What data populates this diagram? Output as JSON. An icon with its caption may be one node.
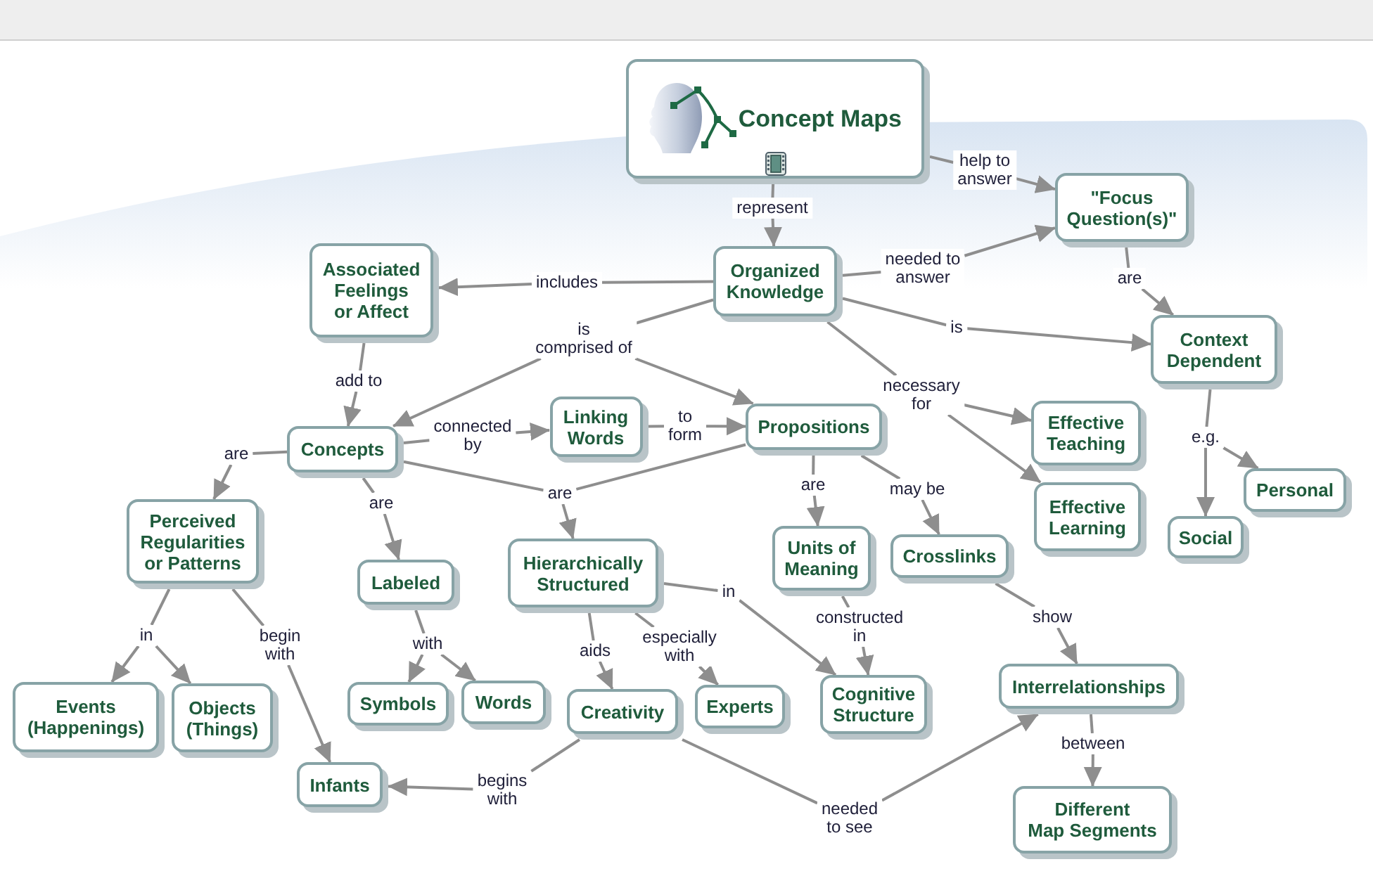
{
  "diagram": {
    "nodes": [
      {
        "text": [
          "Concept Maps"
        ]
      },
      {
        "text": [
          "help to answer"
        ]
      },
      {
        "text": [
          "\"Focus Question(s)\""
        ]
      },
      {
        "text": [
          "represent"
        ]
      },
      {
        "text": [
          "needed to answer"
        ]
      },
      {
        "text": [
          "are"
        ]
      },
      {
        "text": [
          "includes"
        ]
      },
      {
        "text": [
          "Associated Feelings or Affect"
        ]
      },
      {
        "text": [
          "Organized Knowledge"
        ]
      },
      {
        "text": [
          "is"
        ]
      },
      {
        "text": [
          "is comprised of"
        ]
      },
      {
        "text": [
          "Context Dependent"
        ]
      },
      {
        "text": [
          "add to"
        ]
      },
      {
        "text": [
          "necessary for"
        ]
      },
      {
        "text": [
          "Linking Words"
        ]
      },
      {
        "text": [
          "to form"
        ]
      },
      {
        "text": [
          "Propositions"
        ]
      },
      {
        "text": [
          "Effective Teaching"
        ]
      },
      {
        "text": [
          "connected by"
        ]
      },
      {
        "text": [
          "e.g."
        ]
      },
      {
        "text": [
          "Concepts"
        ]
      },
      {
        "text": [
          "are"
        ]
      },
      {
        "text": [
          "are"
        ]
      },
      {
        "text": [
          "may be"
        ]
      },
      {
        "text": [
          "Personal"
        ]
      },
      {
        "text": [
          "are"
        ]
      },
      {
        "text": [
          "are"
        ]
      },
      {
        "text": [
          "Effective Learning"
        ]
      },
      {
        "text": [
          "Social"
        ]
      },
      {
        "text": [
          "Perceived Regularities or Patterns"
        ]
      },
      {
        "text": [
          "Crosslinks"
        ]
      },
      {
        "text": [
          "Units of Meaning"
        ]
      },
      {
        "text": [
          "Hierarchically Structured"
        ]
      },
      {
        "text": [
          "Labeled"
        ]
      },
      {
        "text": [
          "in"
        ]
      },
      {
        "text": [
          "show"
        ]
      },
      {
        "text": [
          "constructed in"
        ]
      },
      {
        "text": [
          "in"
        ]
      },
      {
        "text": [
          "with"
        ]
      },
      {
        "text": [
          "begin with"
        ]
      },
      {
        "text": [
          "especially with"
        ]
      },
      {
        "text": [
          "aids"
        ]
      },
      {
        "text": [
          "Interrelationships"
        ]
      },
      {
        "text": [
          "Symbols"
        ]
      },
      {
        "text": [
          "Words"
        ]
      },
      {
        "text": [
          "Experts"
        ]
      },
      {
        "text": [
          "Cognitive Structure"
        ]
      },
      {
        "text": [
          "Creativity"
        ]
      },
      {
        "text": [
          "Events (Happenings)"
        ]
      },
      {
        "text": [
          "Objects (Things)"
        ]
      },
      {
        "text": [
          "between"
        ]
      },
      {
        "text": [
          "Infants"
        ]
      },
      {
        "text": [
          "begins with"
        ]
      },
      {
        "text": [
          "needed to see"
        ]
      },
      {
        "text": [
          "Different Map Segments"
        ]
      }
    ],
    "edges": [
      {
        "from": 0,
        "to": 3,
        "arrow": "none"
      },
      {
        "from": 3,
        "to": 8,
        "arrow": "to"
      },
      {
        "from": 0,
        "to": 1,
        "arrow": "none"
      },
      {
        "from": 1,
        "to": 2,
        "arrow": "to"
      },
      {
        "from": 8,
        "to": 6,
        "arrow": "none"
      },
      {
        "from": 6,
        "to": 7,
        "arrow": "to"
      },
      {
        "from": 8,
        "to": 4,
        "arrow": "none"
      },
      {
        "from": 4,
        "to": 2,
        "arrow": "to"
      },
      {
        "from": 8,
        "to": 9,
        "arrow": "none"
      },
      {
        "from": 9,
        "to": 11,
        "arrow": "to"
      },
      {
        "from": 8,
        "to": 10,
        "arrow": "none"
      },
      {
        "from": 10,
        "to": 20,
        "arrow": "to"
      },
      {
        "from": 10,
        "to": 16,
        "arrow": "to"
      },
      {
        "from": 8,
        "to": 13,
        "arrow": "none"
      },
      {
        "from": 13,
        "to": 17,
        "arrow": "to"
      },
      {
        "from": 13,
        "to": 27,
        "arrow": "to"
      },
      {
        "from": 2,
        "to": 5,
        "arrow": "none"
      },
      {
        "from": 5,
        "to": 11,
        "arrow": "to"
      },
      {
        "from": 7,
        "to": 12,
        "arrow": "none"
      },
      {
        "from": 12,
        "to": 20,
        "arrow": "to"
      },
      {
        "from": 20,
        "to": 18,
        "arrow": "none"
      },
      {
        "from": 18,
        "to": 14,
        "arrow": "to"
      },
      {
        "from": 14,
        "to": 15,
        "arrow": "none"
      },
      {
        "from": 15,
        "to": 16,
        "arrow": "to"
      },
      {
        "from": 20,
        "to": 21,
        "arrow": "none"
      },
      {
        "from": 21,
        "to": 29,
        "arrow": "to"
      },
      {
        "from": 20,
        "to": 26,
        "arrow": "none"
      },
      {
        "from": 26,
        "to": 33,
        "arrow": "to"
      },
      {
        "from": 20,
        "to": 25,
        "arrow": "none"
      },
      {
        "from": 16,
        "to": 25,
        "arrow": "none"
      },
      {
        "from": 25,
        "to": 32,
        "arrow": "to"
      },
      {
        "from": 16,
        "to": 22,
        "arrow": "none"
      },
      {
        "from": 22,
        "to": 31,
        "arrow": "to"
      },
      {
        "from": 16,
        "to": 23,
        "arrow": "none"
      },
      {
        "from": 23,
        "to": 30,
        "arrow": "to"
      },
      {
        "from": 11,
        "to": 19,
        "arrow": "none"
      },
      {
        "from": 19,
        "to": 28,
        "arrow": "to"
      },
      {
        "from": 19,
        "to": 24,
        "arrow": "to"
      },
      {
        "from": 29,
        "to": 37,
        "arrow": "none"
      },
      {
        "from": 37,
        "to": 48,
        "arrow": "to"
      },
      {
        "from": 37,
        "to": 49,
        "arrow": "to"
      },
      {
        "from": 29,
        "to": 39,
        "arrow": "none"
      },
      {
        "from": 39,
        "to": 51,
        "arrow": "to"
      },
      {
        "from": 33,
        "to": 38,
        "arrow": "none"
      },
      {
        "from": 38,
        "to": 43,
        "arrow": "to"
      },
      {
        "from": 38,
        "to": 44,
        "arrow": "to"
      },
      {
        "from": 32,
        "to": 41,
        "arrow": "none"
      },
      {
        "from": 41,
        "to": 47,
        "arrow": "to"
      },
      {
        "from": 32,
        "to": 40,
        "arrow": "none"
      },
      {
        "from": 40,
        "to": 45,
        "arrow": "to"
      },
      {
        "from": 32,
        "to": 34,
        "arrow": "none"
      },
      {
        "from": 34,
        "to": 46,
        "arrow": "to"
      },
      {
        "from": 31,
        "to": 36,
        "arrow": "none"
      },
      {
        "from": 36,
        "to": 46,
        "arrow": "to"
      },
      {
        "from": 30,
        "to": 35,
        "arrow": "none"
      },
      {
        "from": 35,
        "to": 42,
        "arrow": "to"
      },
      {
        "from": 42,
        "to": 50,
        "arrow": "none"
      },
      {
        "from": 50,
        "to": 54,
        "arrow": "to"
      },
      {
        "from": 47,
        "to": 52,
        "arrow": "none"
      },
      {
        "from": 52,
        "to": 51,
        "arrow": "to"
      },
      {
        "from": 47,
        "to": 53,
        "arrow": "none"
      },
      {
        "from": 53,
        "to": 42,
        "arrow": "to"
      }
    ]
  }
}
